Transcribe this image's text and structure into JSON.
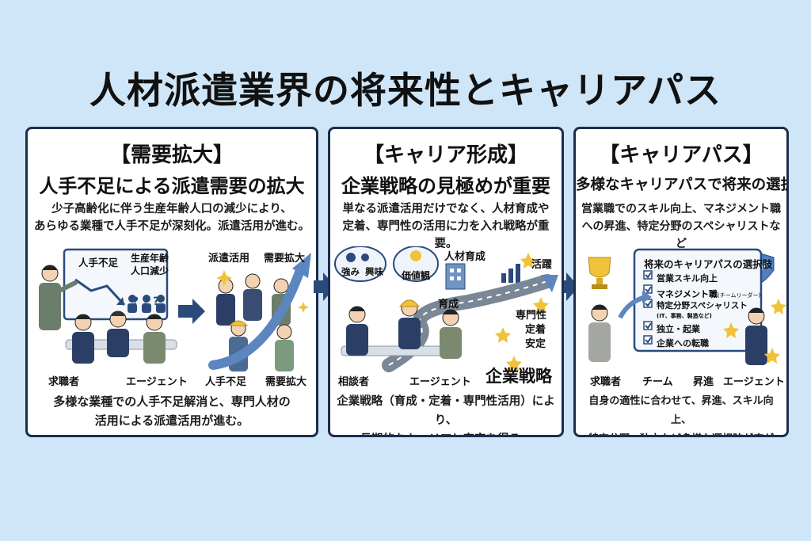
{
  "title": "人材派遣業界の将来性とキャリアパス",
  "colors": {
    "background": "#cfe6f8",
    "border": "#1d2d4c",
    "navy": "#2b4a7c",
    "gold": "#f0c23a"
  },
  "panel1": {
    "heading": "【需要拡大】",
    "subheading": "人手不足による派遣需要の拡大",
    "desc_lines": [
      "少子高齢化に伴う生産年齢人口の減少により、",
      "あらゆる業種で人手不足が深刻化。派遣活用が進む。"
    ],
    "board_labels": [
      "人手不足",
      "生産年齢",
      "人口減少"
    ],
    "question_marks": "? ? ?",
    "top_labels": [
      "派遣活用",
      "需要拡大"
    ],
    "bottom_labels": [
      "求職者",
      "エージェント",
      "人手不足",
      "需要拡大"
    ],
    "footer_lines": [
      "多様な業種での人手不足解消と、専門人材の",
      "活用による派遣活用が進む。"
    ]
  },
  "panel2": {
    "heading": "【キャリア形成】",
    "subheading": "企業戦略の見極めが重要",
    "desc_lines": [
      "単なる派遣活用だけでなく、人材育成や",
      "定着、専門性の活用に力を入れ戦略が重要。"
    ],
    "bubble_labels": [
      "強み",
      "興味",
      "価値観"
    ],
    "top_labels": [
      "人材育成",
      "活躍",
      "育成"
    ],
    "side_labels": [
      "専門性",
      "定着",
      "安定"
    ],
    "bottom_labels": [
      "相談者",
      "エージェント"
    ],
    "strategy_label": "企業戦略",
    "footer_lines": [
      "企業戦略（育成・定着・専門性活用）により、",
      "長期的なキャリアと安定を得る。"
    ]
  },
  "panel3": {
    "heading": "【キャリアパス】",
    "subheading": "多様なキャリアパスで将来の選択肢",
    "desc_lines": [
      "営業職でのスキル向上、マネジメント職",
      "への昇進、特定分野のスペシャリストなど"
    ],
    "board_title": "将来のキャリアパスの選択肢",
    "checklist": [
      {
        "text": "営業スキル向上",
        "note": ""
      },
      {
        "text": "マネジメント職",
        "note": "(チームリーダー)"
      },
      {
        "text": "特定分野スペシャリスト",
        "note": "(IT、事務、製造など)"
      },
      {
        "text": "独立・起業",
        "note": ""
      },
      {
        "text": "企業への転職",
        "note": ""
      }
    ],
    "bottom_labels": [
      "求職者",
      "チーム",
      "昇進",
      "エージェント"
    ],
    "footer_lines": [
      "自身の適性に合わせて、昇進、スキル向上、",
      "特定分野、独立など多様な選択肢が広がる。"
    ]
  }
}
